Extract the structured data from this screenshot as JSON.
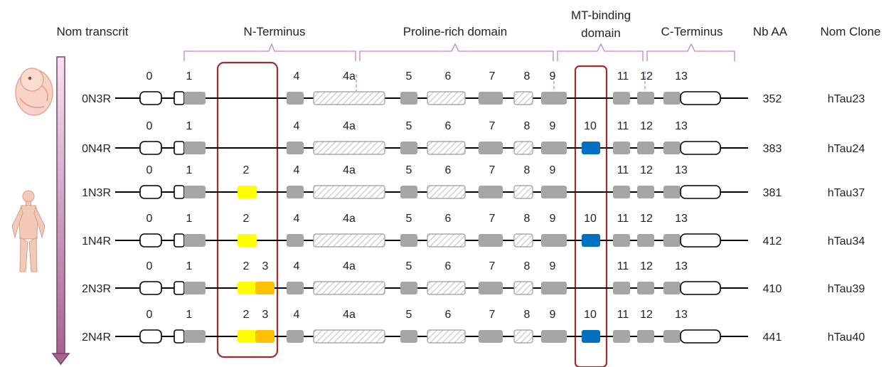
{
  "headers": {
    "transcript": "Nom transcrit",
    "n_terminus": "N-Terminus",
    "proline_rich": "Proline-rich domain",
    "mt_binding_line1": "MT-binding",
    "mt_binding_line2": "domain",
    "c_terminus": "C-Terminus",
    "nb_aa": "Nb AA",
    "clone": "Nom Clone"
  },
  "colors": {
    "constitutive_exon": "#a6a6a6",
    "exon_2": "#ffff00",
    "exon_3": "#ffc000",
    "exon_10": "#0070c0",
    "hatched_exon": "#d9d9d9",
    "highlight_box": "#a52a2a",
    "domain_bracket": "#c77dd6"
  },
  "icons": {
    "top": "embryo-illustration",
    "bottom": "adult-human-illustration",
    "arrow": "development-arrow"
  },
  "rows": [
    {
      "name": "0N3R",
      "aa": "352",
      "clone": "hTau23",
      "labels": [
        "0",
        "1",
        "4",
        "4a",
        "5",
        "6",
        "7",
        "8",
        "9",
        "11",
        "12",
        "13"
      ],
      "exons": [
        "0",
        "1",
        "4",
        "4a",
        "5",
        "6",
        "7",
        "8",
        "9",
        "11",
        "12",
        "13"
      ]
    },
    {
      "name": "0N4R",
      "aa": "383",
      "clone": "hTau24",
      "labels": [
        "0",
        "1",
        "4",
        "4a",
        "5",
        "6",
        "7",
        "8",
        "9",
        "10",
        "11",
        "12",
        "13"
      ],
      "exons": [
        "0",
        "1",
        "4",
        "4a",
        "5",
        "6",
        "7",
        "8",
        "9",
        "10",
        "11",
        "12",
        "13"
      ]
    },
    {
      "name": "1N3R",
      "aa": "381",
      "clone": "hTau37",
      "labels": [
        "0",
        "1",
        "2",
        "4",
        "4a",
        "5",
        "6",
        "7",
        "8",
        "9",
        "11",
        "12",
        "13"
      ],
      "exons": [
        "0",
        "1",
        "2",
        "4",
        "4a",
        "5",
        "6",
        "7",
        "8",
        "9",
        "11",
        "12",
        "13"
      ]
    },
    {
      "name": "1N4R",
      "aa": "412",
      "clone": "hTau34",
      "labels": [
        "0",
        "1",
        "2",
        "4",
        "4a",
        "5",
        "6",
        "7",
        "8",
        "9",
        "10",
        "11",
        "12",
        "13"
      ],
      "exons": [
        "0",
        "1",
        "2",
        "4",
        "4a",
        "5",
        "6",
        "7",
        "8",
        "9",
        "10",
        "11",
        "12",
        "13"
      ]
    },
    {
      "name": "2N3R",
      "aa": "410",
      "clone": "hTau39",
      "labels": [
        "0",
        "1",
        "2",
        "3",
        "4",
        "4a",
        "5",
        "6",
        "7",
        "8",
        "9",
        "11",
        "12",
        "13"
      ],
      "exons": [
        "0",
        "1",
        "2",
        "3",
        "4",
        "4a",
        "5",
        "6",
        "7",
        "8",
        "9",
        "11",
        "12",
        "13"
      ]
    },
    {
      "name": "2N4R",
      "aa": "441",
      "clone": "hTau40",
      "labels": [
        "0",
        "1",
        "2",
        "3",
        "4",
        "4a",
        "5",
        "6",
        "7",
        "8",
        "9",
        "10",
        "11",
        "12",
        "13"
      ],
      "exons": [
        "0",
        "1",
        "2",
        "3",
        "4",
        "4a",
        "5",
        "6",
        "7",
        "8",
        "9",
        "10",
        "11",
        "12",
        "13"
      ]
    }
  ]
}
